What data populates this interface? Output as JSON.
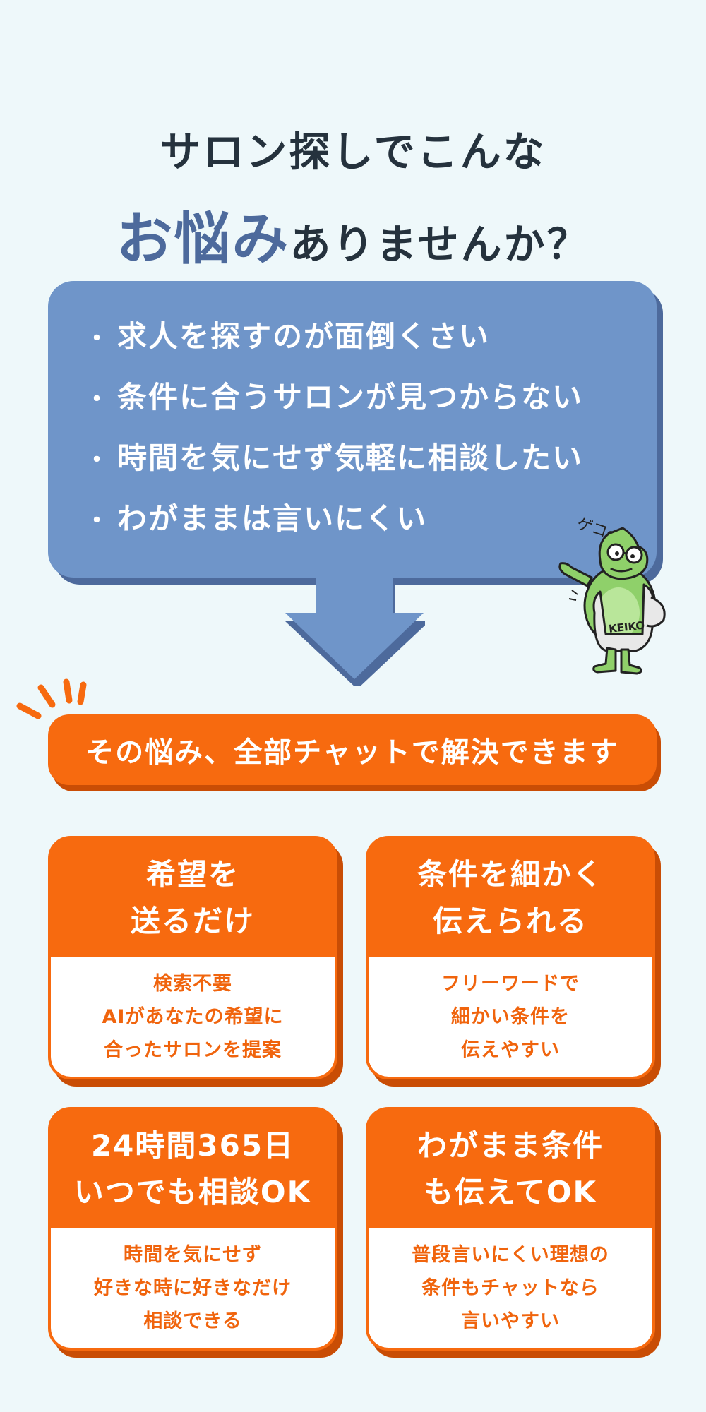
{
  "headline": {
    "line1": "サロン探しでこんな",
    "accent": "お悩み",
    "line2_rest": "ありませんか？"
  },
  "worries": [
    "求人を探すのが面倒くさい",
    "条件に合うサロンが見つからない",
    "時間を気にせず気軽に相談したい",
    "わがままは言いにくい"
  ],
  "bullet": "・",
  "mascot": {
    "speech": "ゲコ〜",
    "shirt_text": "KEIKO",
    "icon": "frog-mascot-icon"
  },
  "banner": {
    "text": "その悩み、全部チャットで解決できます"
  },
  "cards": [
    {
      "title": [
        "希望を",
        "送るだけ"
      ],
      "body": [
        "検索不要",
        "AIがあなたの希望に",
        "合ったサロンを提案"
      ]
    },
    {
      "title": [
        "条件を細かく",
        "伝えられる"
      ],
      "body": [
        "フリーワードで",
        "細かい条件を",
        "伝えやすい"
      ]
    },
    {
      "title": [
        "24時間365日",
        "いつでも相談OK"
      ],
      "body": [
        "時間を気にせず",
        "好きな時に好きなだけ",
        "相談できる"
      ]
    },
    {
      "title": [
        "わがまま条件",
        "も伝えてOK"
      ],
      "body": [
        "普段言いにくい理想の",
        "条件もチャットなら",
        "言いやすい"
      ]
    }
  ],
  "colors": {
    "background": "#eef8fa",
    "bubble": "#6f95c9",
    "accent_blue": "#4d6a9c",
    "orange": "#f76a0f",
    "text_dark": "#25323d"
  }
}
